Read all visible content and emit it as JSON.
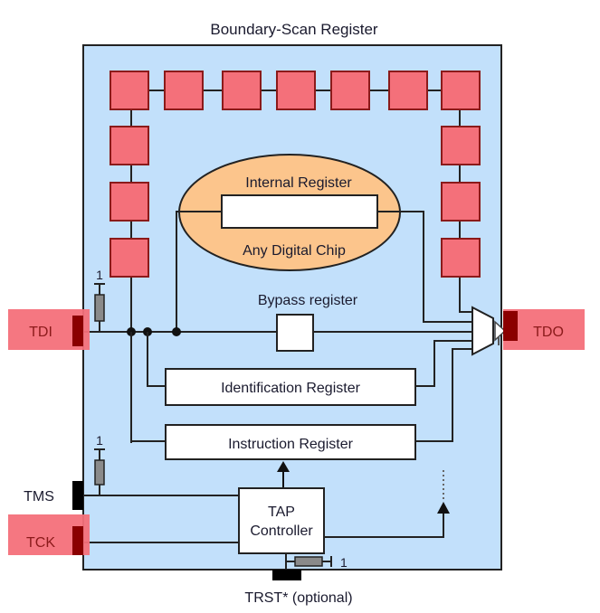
{
  "title": "Boundary-Scan Register",
  "chip": {
    "internal_register_label": "Internal Register",
    "chip_label": "Any Digital Chip"
  },
  "registers": {
    "bypass": "Bypass register",
    "identification": "Identification Register",
    "instruction": "Instruction Register",
    "tap_line1": "TAP",
    "tap_line2": "Controller"
  },
  "pins": {
    "tdi": "TDI",
    "tdo": "TDO",
    "tms": "TMS",
    "tck": "TCK",
    "trst": "TRST* (optional)"
  },
  "pullups": {
    "tdi": "1",
    "tms": "1",
    "trst": "1"
  },
  "boundary_cells": {
    "top_count": 7,
    "left_count": 3,
    "right_count": 3
  },
  "colors": {
    "board": "#c2e0fb",
    "cell": "#f4707a",
    "cell_border": "#8b1a1a",
    "chip": "#fcc58c",
    "pin_highlight": "#f4707a",
    "pin_dark": "#8b0000",
    "resistor": "#8a8a8a"
  }
}
